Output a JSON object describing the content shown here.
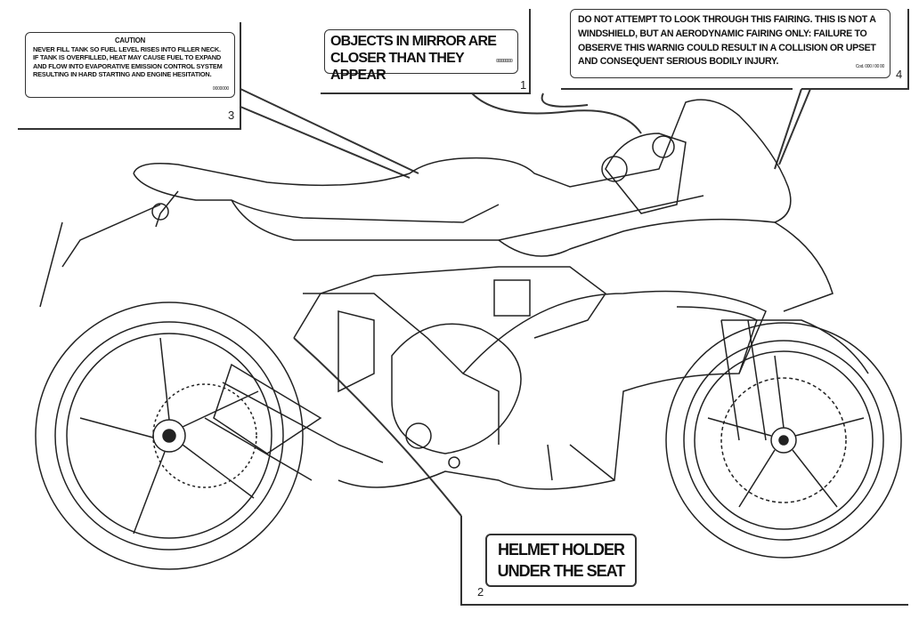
{
  "labels": [
    {
      "number": "1",
      "lines": [
        "OBJECTS IN MIRROR ARE",
        "CLOSER THAN THEY APPEAR"
      ],
      "code": "000000000"
    },
    {
      "number": "2",
      "lines": [
        "HELMET HOLDER",
        "UNDER THE SEAT"
      ]
    },
    {
      "number": "3",
      "title": "CAUTION",
      "text": "NEVER FILL TANK SO FUEL LEVEL RISES INTO FILLER NECK. IF TANK IS OVERFILLED, HEAT MAY CAUSE FUEL TO EXPAND AND FLOW INTO EVAPORATIVE EMISSION CONTROL SYSTEM RESULTING IN HARD STARTING AND ENGINE HESITATION.",
      "code": "0000000"
    },
    {
      "number": "4",
      "text": "DO NOT ATTEMPT TO LOOK THROUGH THIS FAIRING. THIS IS NOT A WINDSHIELD, BUT AN AERODYNAMIC FAIRING ONLY: FAILURE TO OBSERVE THIS WARNIG COULD RESULT IN A COLLISION OR UPSET AND CONSEQUENT SERIOUS BODILY INJURY.",
      "code": "Cod. 000 / 00 00"
    }
  ]
}
